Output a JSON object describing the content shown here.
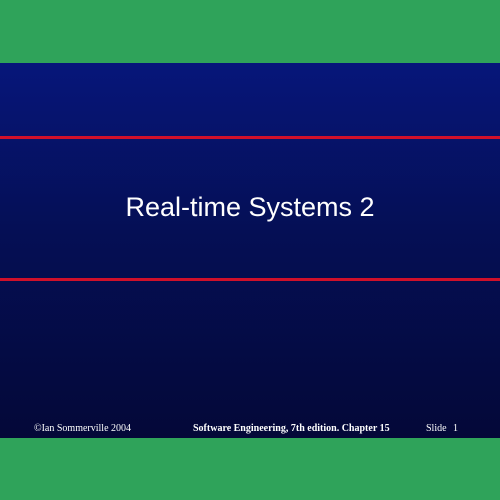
{
  "colors": {
    "frame_background": "#2fa35a",
    "rule": "#d0102a"
  },
  "slide": {
    "title": "Real-time Systems 2",
    "footer": {
      "copyright": "©Ian Sommerville 2004",
      "book": "Software Engineering, 7th edition. Chapter 15",
      "slide_number": "Slide  1"
    }
  }
}
